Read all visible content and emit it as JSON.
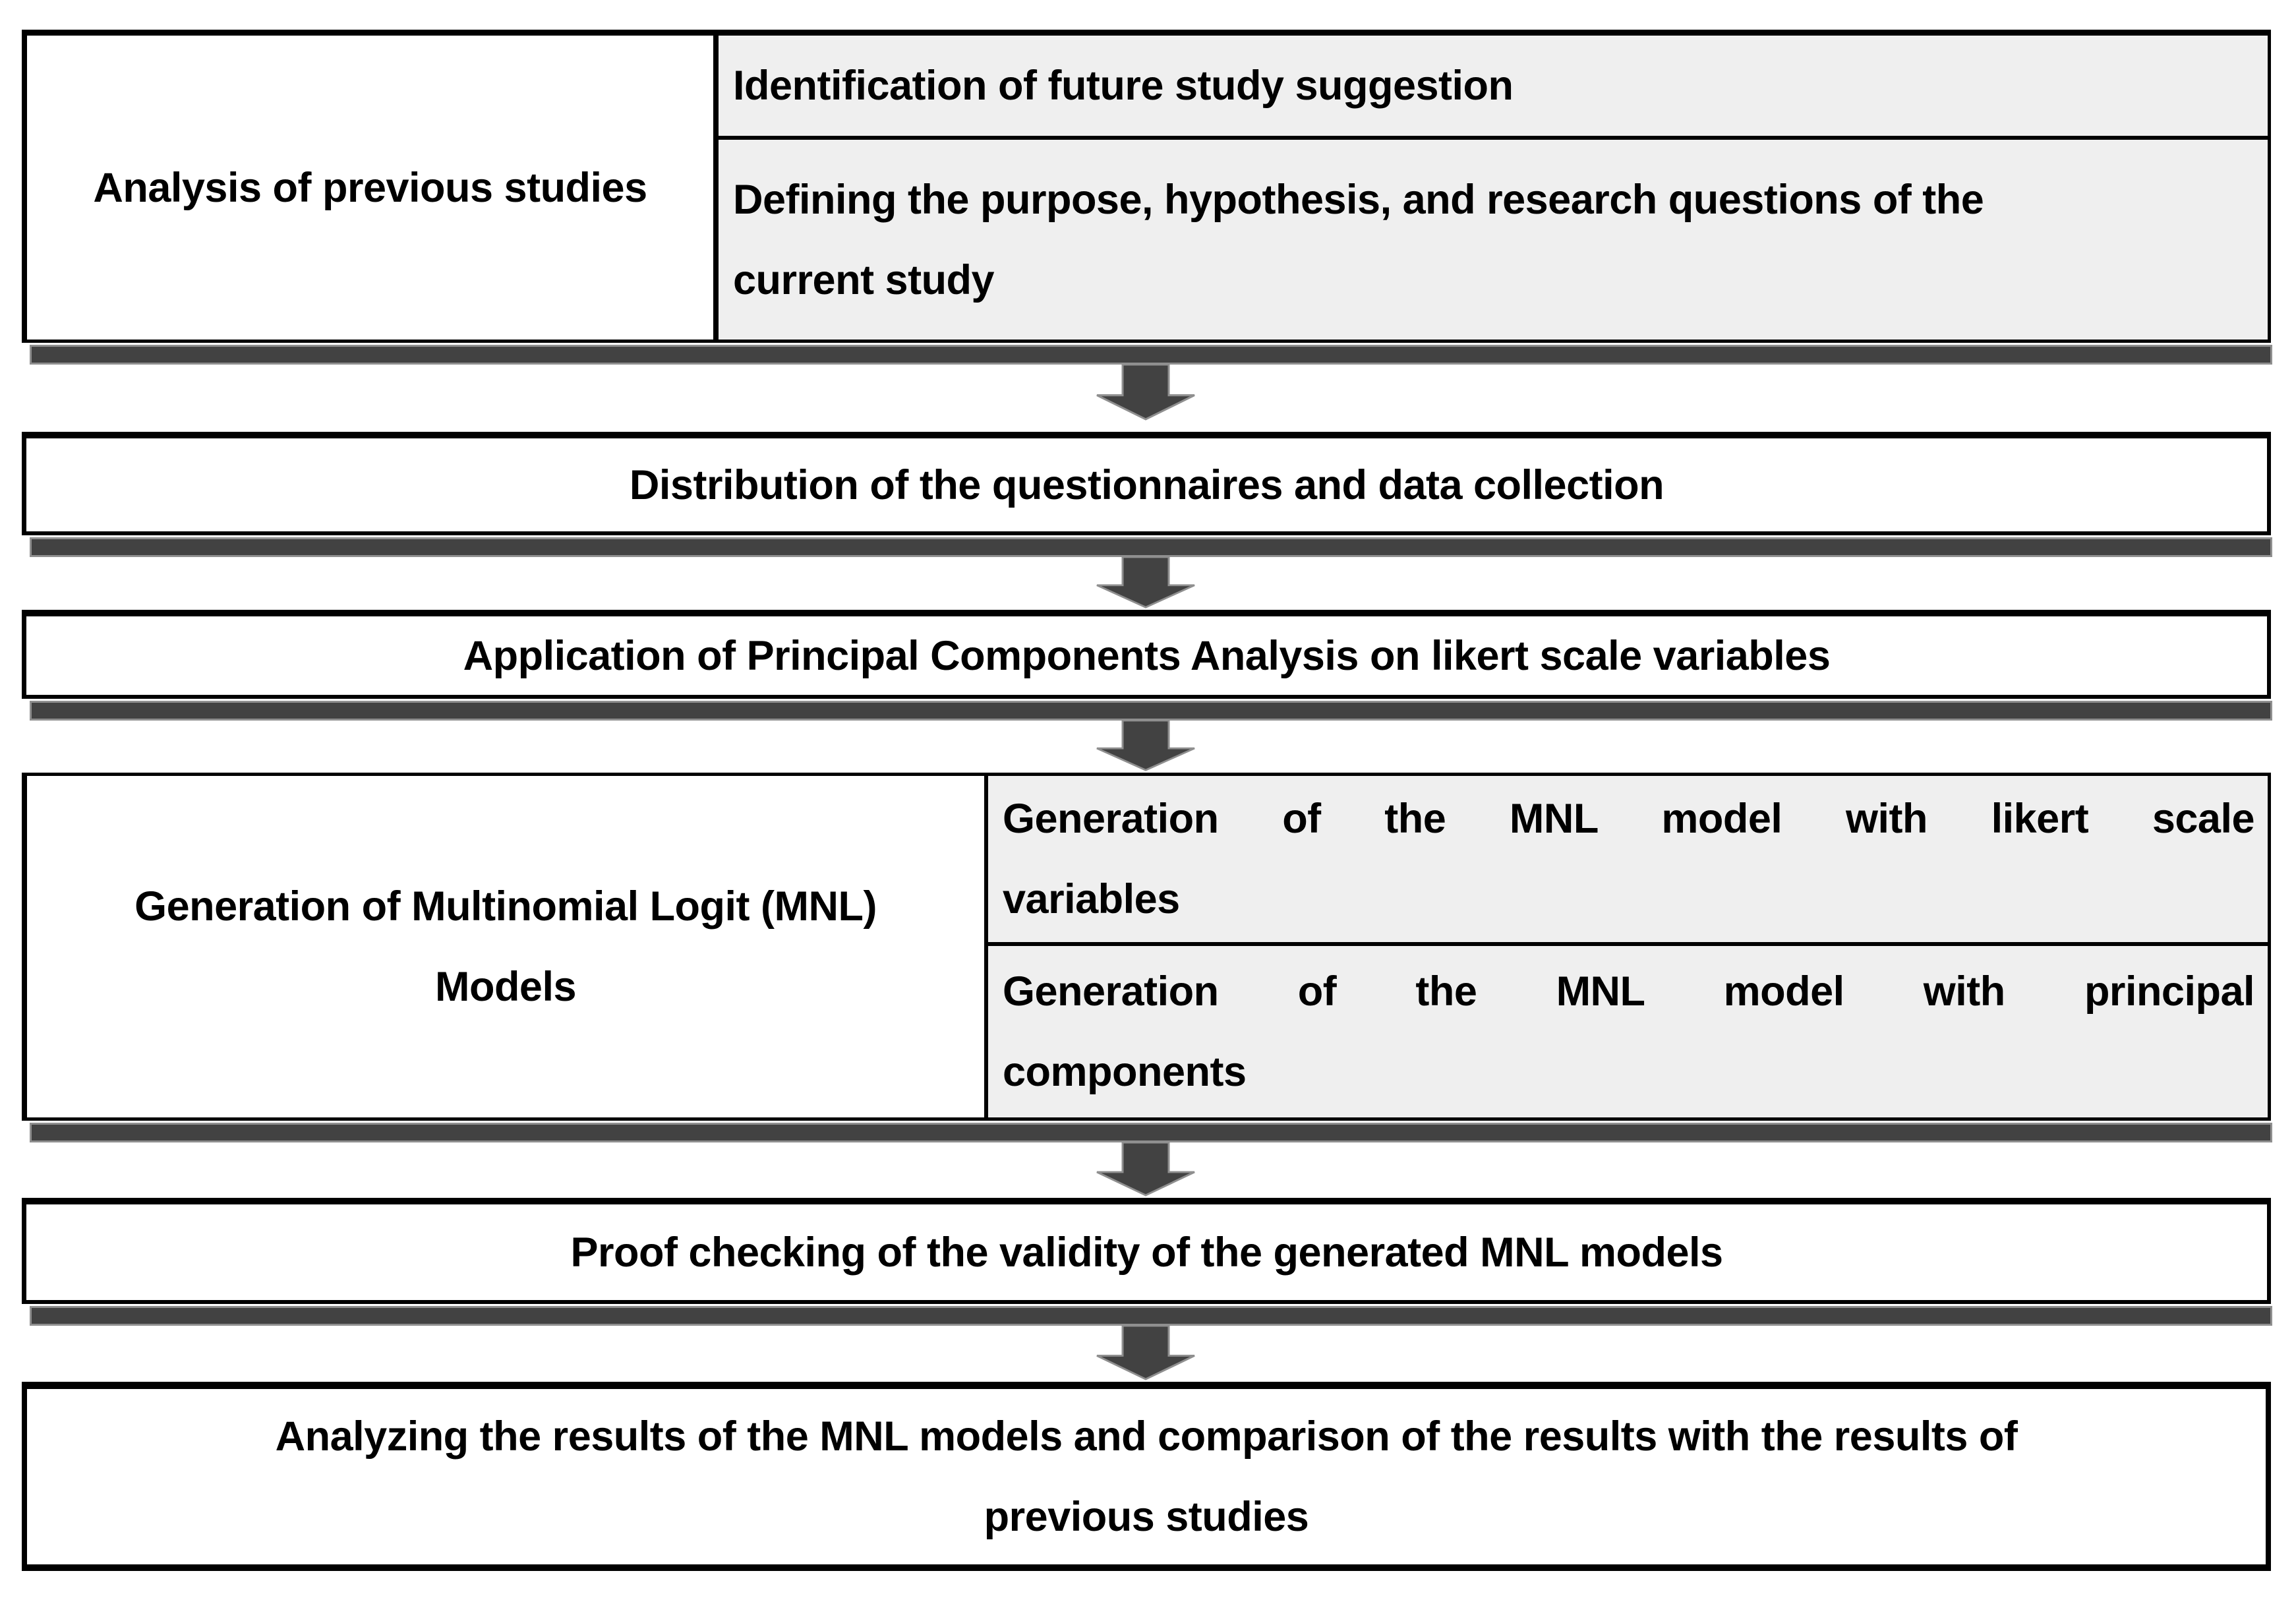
{
  "palette": {
    "background": "#ffffff",
    "box_fill_white": "#ffffff",
    "box_fill_gray": "#efefef",
    "border": "#000000",
    "shadow_fill": "#424242",
    "shadow_edge": "#8f8f8f",
    "arrow_fill": "#424242",
    "arrow_edge": "#8f8f8f",
    "text": "#000000"
  },
  "flow": {
    "step1": {
      "left": "Analysis of previous studies",
      "row1": "Identification of future study suggestion",
      "row2_line1": "Defining the purpose, hypothesis, and research questions of the",
      "row2_line2": "current study"
    },
    "step2": {
      "label": "Distribution of the questionnaires and data collection"
    },
    "step3": {
      "label": "Application of Principal Components Analysis on likert scale variables"
    },
    "step4": {
      "left_line1": "Generation of Multinomial Logit (MNL)",
      "left_line2": "Models",
      "row1_line1": "Generation of the MNL model with likert scale",
      "row1_line2": "variables",
      "row2_line1": "Generation of the  MNL model with principal",
      "row2_line2": "components"
    },
    "step5": {
      "label": "Proof checking of the validity of the generated MNL models"
    },
    "step6": {
      "line1": "Analyzing the results of the MNL models and comparison of the results with the results of",
      "line2": "previous studies"
    }
  }
}
